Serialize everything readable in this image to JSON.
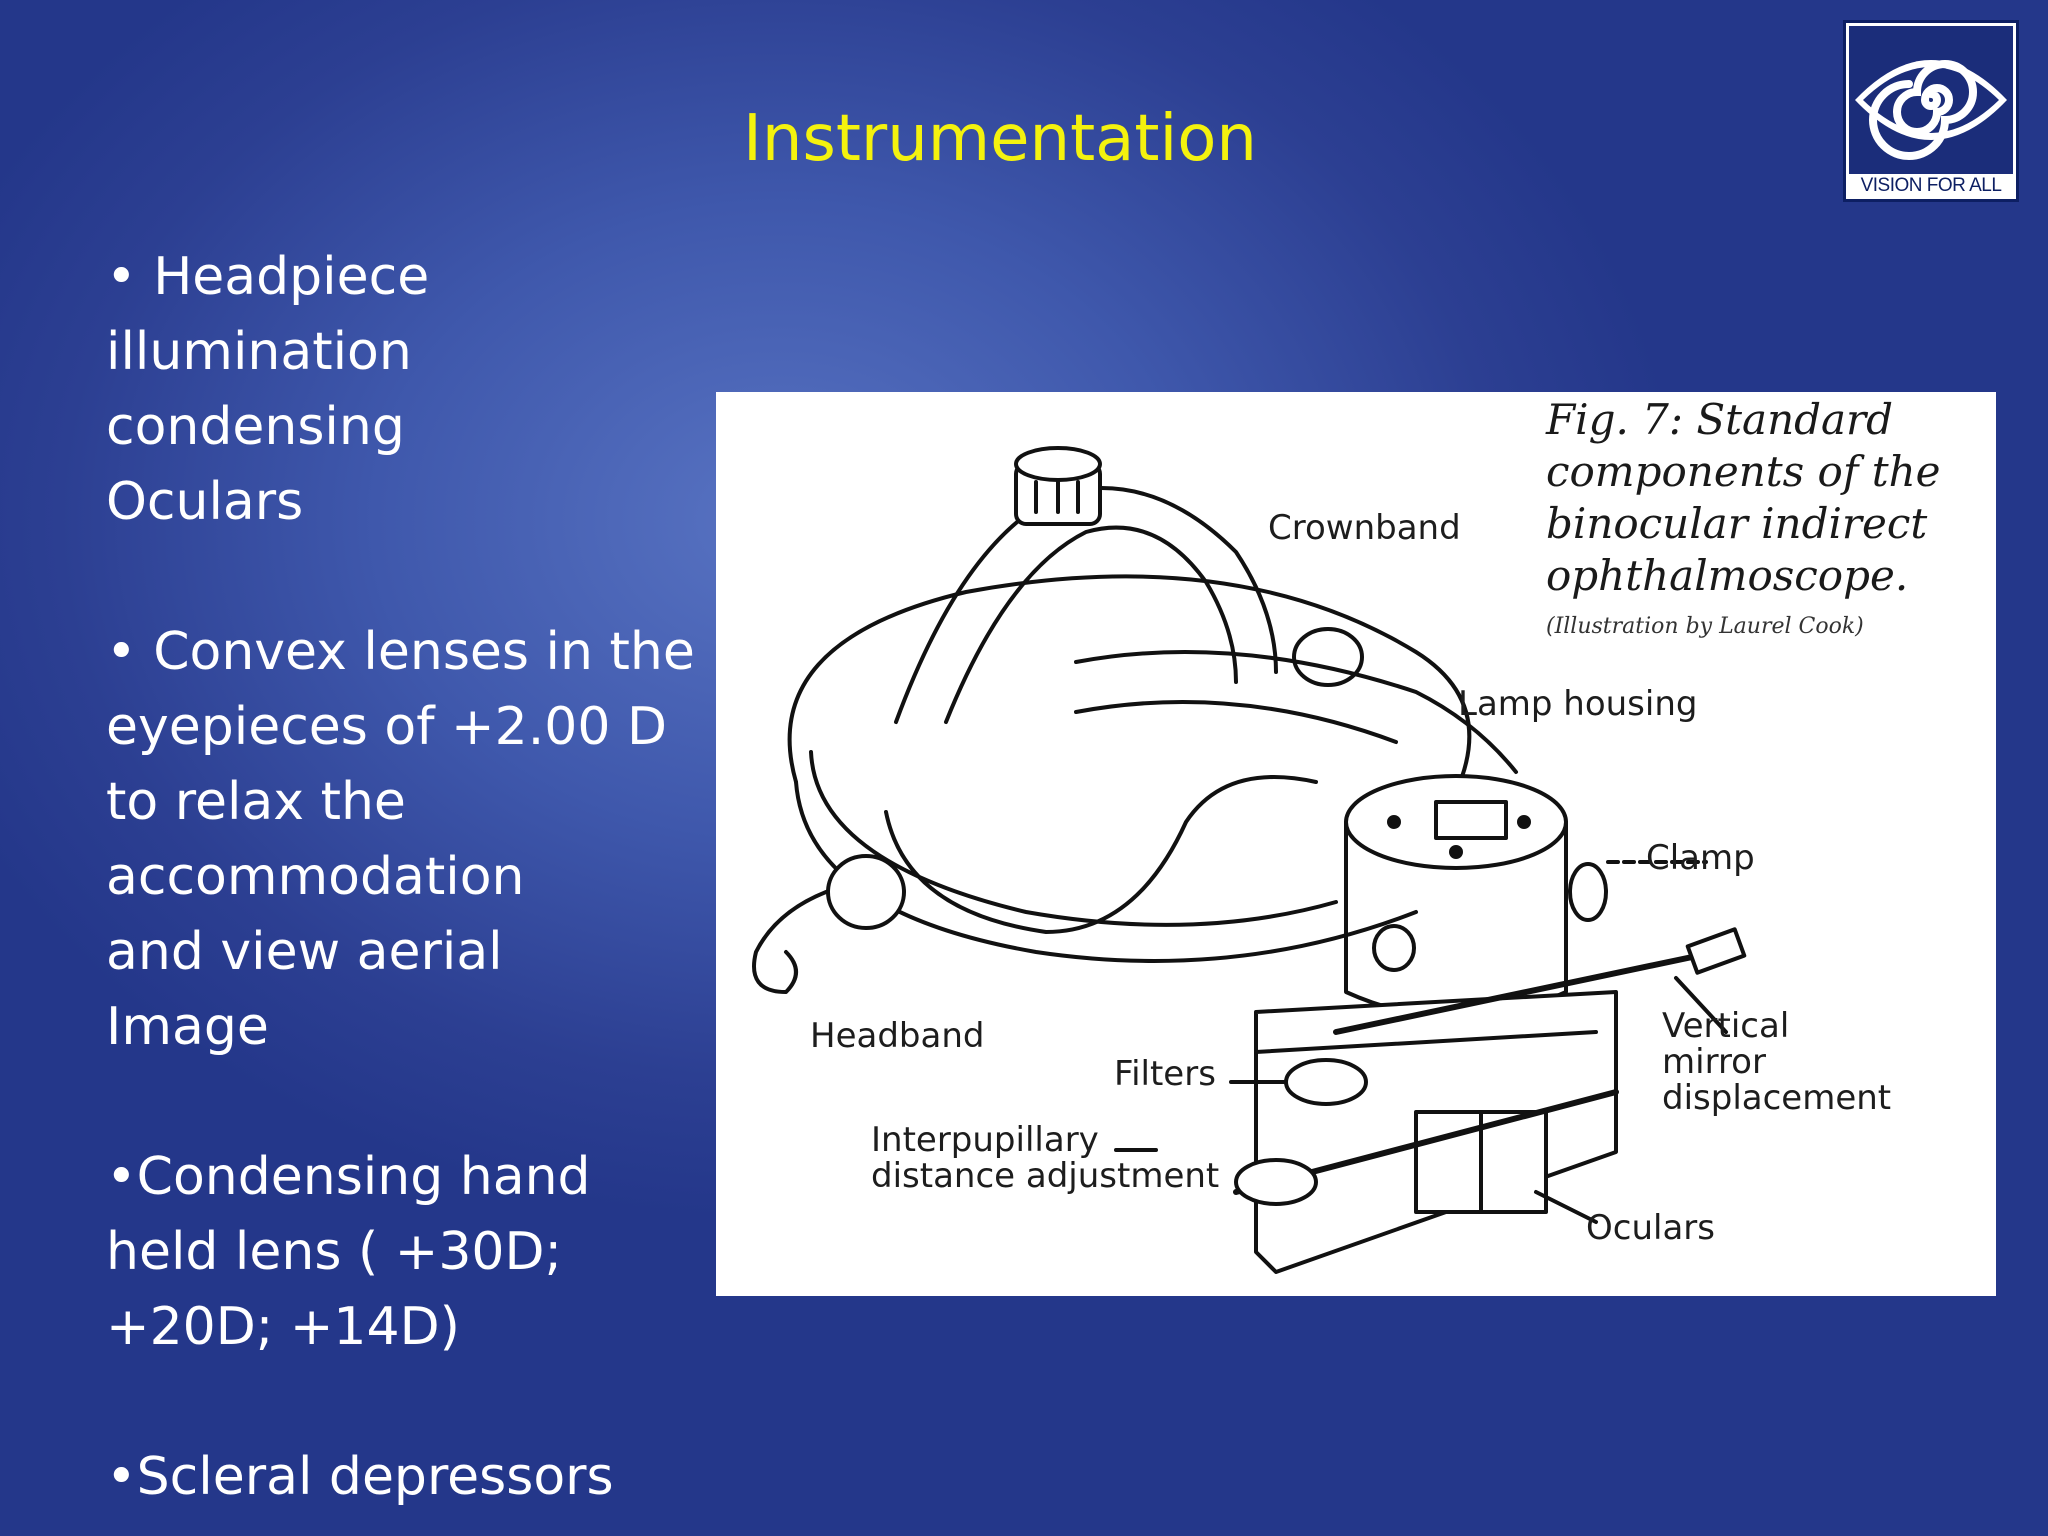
{
  "slide": {
    "title": "Instrumentation",
    "bullets": [
      "• Headpiece\nillumination\ncondensing\nOculars",
      "• Convex lenses in the\neyepieces of +2.00 D\nto relax the\naccommodation\nand view aerial\nImage",
      "•Condensing hand\nheld lens ( +30D;\n+20D; +14D)",
      "•Scleral depressors"
    ]
  },
  "logo": {
    "text": "VISION FOR ALL",
    "icon": "eye-spiral-logo"
  },
  "figure": {
    "caption": "Fig. 7: Standard\ncomponents of the\nbinocular indirect\nophthalmoscope.",
    "credit": "(Illustration by Laurel Cook)",
    "labels": {
      "crownband": "Crownband",
      "lamp_housing": "Lamp housing",
      "clamp": "Clamp",
      "vertical_mirror": "Vertical\nmirror\ndisplacement",
      "headband": "Headband",
      "filters": "Filters",
      "interpupillary": "Interpupillary\ndistance adjustment",
      "oculars": "Oculars"
    }
  }
}
